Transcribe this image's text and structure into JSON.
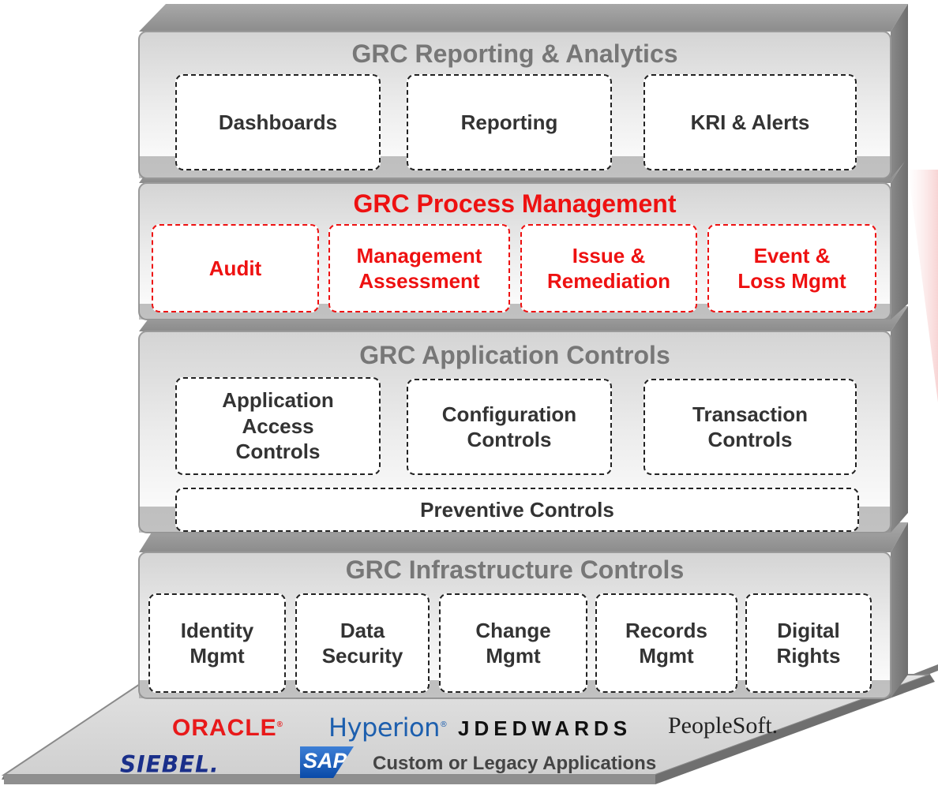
{
  "layers": {
    "reporting": {
      "title": "GRC Reporting & Analytics",
      "boxes": [
        "Dashboards",
        "Reporting",
        "KRI & Alerts"
      ]
    },
    "process": {
      "title": "GRC Process Management",
      "boxes": [
        "Audit",
        "Management\nAssessment",
        "Issue &\nRemediation",
        "Event &\nLoss Mgmt"
      ]
    },
    "application": {
      "title": "GRC Application Controls",
      "boxes": [
        "Application\nAccess\nControls",
        "Configuration\nControls",
        "Transaction\nControls"
      ],
      "bar": "Preventive Controls"
    },
    "infrastructure": {
      "title": "GRC Infrastructure Controls",
      "boxes": [
        "Identity\nMgmt",
        "Data\nSecurity",
        "Change\nMgmt",
        "Records\nMgmt",
        "Digital\nRights"
      ]
    }
  },
  "platform": {
    "logos": [
      "ORACLE",
      "Hyperion",
      "JDEDWARDS",
      "PeopleSoft.",
      "SIEBEL.",
      "SAP"
    ],
    "custom_label": "Custom or Legacy Applications"
  },
  "colors": {
    "highlight": "#ee1111",
    "title_gray": "#777777",
    "box_text": "#333333",
    "oracle": "#e8191a",
    "hyperion": "#1d5fae",
    "siebel": "#1a2f8a",
    "sap": "#0a4aa8"
  }
}
